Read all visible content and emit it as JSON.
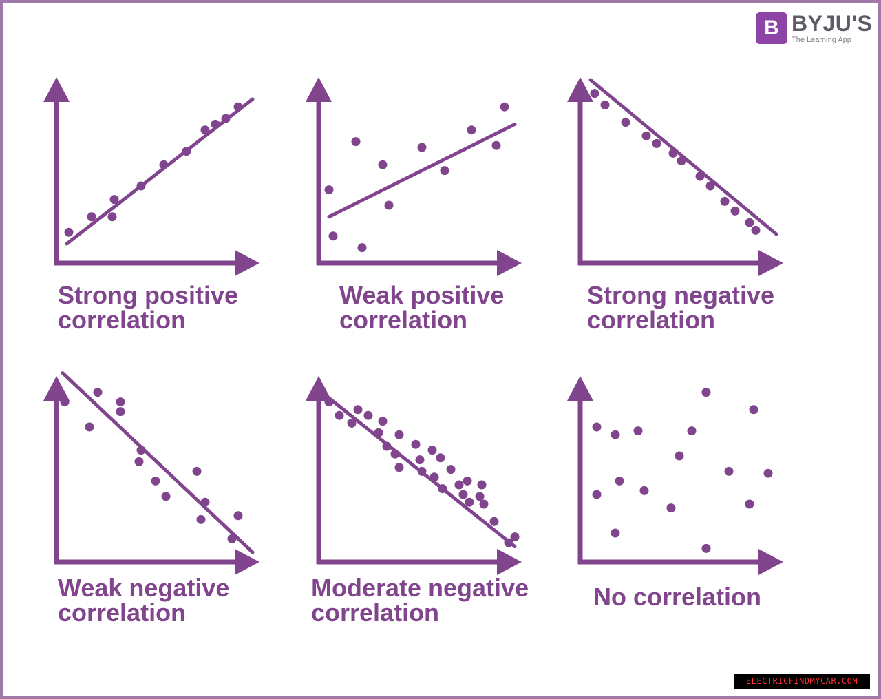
{
  "logo": {
    "letter": "B",
    "name": "BYJU'S",
    "tagline": "The Learning App"
  },
  "watermark": "ELECTRICFINDMYCAR.COM",
  "colors": {
    "plot": "#80458d",
    "border": "#a079a8",
    "logo_box": "#8e44a7",
    "logo_text": "#5e5b66"
  },
  "chart_data": [
    {
      "type": "scatter",
      "caption_lines": [
        "Strong positive",
        "correlation"
      ],
      "xlim": [
        0,
        100
      ],
      "ylim": [
        0,
        100
      ],
      "points": [
        [
          6,
          16
        ],
        [
          17,
          24
        ],
        [
          27,
          24
        ],
        [
          28,
          33
        ],
        [
          41,
          40
        ],
        [
          52,
          51
        ],
        [
          63,
          58
        ],
        [
          72,
          69
        ],
        [
          77,
          72
        ],
        [
          82,
          75
        ],
        [
          88,
          81
        ]
      ],
      "trend": [
        [
          5,
          10
        ],
        [
          95,
          85
        ]
      ]
    },
    {
      "type": "scatter",
      "caption_lines": [
        "Weak positive",
        "correlation"
      ],
      "xlim": [
        0,
        100
      ],
      "ylim": [
        0,
        100
      ],
      "points": [
        [
          5,
          38
        ],
        [
          7,
          14
        ],
        [
          18,
          63
        ],
        [
          21,
          8
        ],
        [
          31,
          51
        ],
        [
          34,
          30
        ],
        [
          50,
          60
        ],
        [
          61,
          48
        ],
        [
          74,
          69
        ],
        [
          86,
          61
        ],
        [
          90,
          81
        ]
      ],
      "trend": [
        [
          5,
          24
        ],
        [
          95,
          72
        ]
      ]
    },
    {
      "type": "scatter",
      "caption_lines": [
        "Strong negative",
        "correlation"
      ],
      "xlim": [
        0,
        100
      ],
      "ylim": [
        0,
        100
      ],
      "points": [
        [
          7,
          88
        ],
        [
          12,
          82
        ],
        [
          22,
          73
        ],
        [
          32,
          66
        ],
        [
          37,
          62
        ],
        [
          45,
          57
        ],
        [
          49,
          53
        ],
        [
          58,
          45
        ],
        [
          63,
          40
        ],
        [
          70,
          32
        ],
        [
          75,
          27
        ],
        [
          82,
          21
        ],
        [
          85,
          17
        ]
      ],
      "trend": [
        [
          5,
          95
        ],
        [
          95,
          15
        ]
      ]
    },
    {
      "type": "scatter",
      "caption_lines": [
        "Weak negative",
        "correlation"
      ],
      "xlim": [
        0,
        100
      ],
      "ylim": [
        0,
        100
      ],
      "points": [
        [
          4,
          83
        ],
        [
          16,
          70
        ],
        [
          20,
          88
        ],
        [
          31,
          83
        ],
        [
          31,
          78
        ],
        [
          40,
          52
        ],
        [
          41,
          58
        ],
        [
          48,
          42
        ],
        [
          53,
          34
        ],
        [
          68,
          47
        ],
        [
          70,
          22
        ],
        [
          72,
          31
        ],
        [
          85,
          12
        ],
        [
          88,
          24
        ]
      ],
      "trend": [
        [
          3,
          98
        ],
        [
          95,
          5
        ]
      ]
    },
    {
      "type": "scatter",
      "caption_lines": [
        "Moderate negative",
        "correlation"
      ],
      "xlim": [
        0,
        100
      ],
      "ylim": [
        0,
        100
      ],
      "points": [
        [
          5,
          83
        ],
        [
          10,
          76
        ],
        [
          16,
          72
        ],
        [
          19,
          79
        ],
        [
          24,
          76
        ],
        [
          29,
          67
        ],
        [
          31,
          73
        ],
        [
          33,
          60
        ],
        [
          37,
          56
        ],
        [
          39,
          66
        ],
        [
          39,
          49
        ],
        [
          47,
          61
        ],
        [
          49,
          53
        ],
        [
          50,
          47
        ],
        [
          55,
          58
        ],
        [
          56,
          44
        ],
        [
          59,
          54
        ],
        [
          60,
          38
        ],
        [
          64,
          48
        ],
        [
          68,
          40
        ],
        [
          70,
          35
        ],
        [
          72,
          42
        ],
        [
          73,
          31
        ],
        [
          78,
          34
        ],
        [
          79,
          40
        ],
        [
          80,
          30
        ],
        [
          85,
          21
        ],
        [
          92,
          10
        ],
        [
          95,
          13
        ]
      ],
      "trend": [
        [
          5,
          85
        ],
        [
          95,
          8
        ]
      ]
    },
    {
      "type": "scatter",
      "caption_lines": [
        "No correlation"
      ],
      "xlim": [
        0,
        100
      ],
      "ylim": [
        0,
        100
      ],
      "points": [
        [
          8,
          70
        ],
        [
          8,
          35
        ],
        [
          17,
          66
        ],
        [
          17,
          15
        ],
        [
          19,
          42
        ],
        [
          28,
          68
        ],
        [
          31,
          37
        ],
        [
          44,
          28
        ],
        [
          48,
          55
        ],
        [
          54,
          68
        ],
        [
          61,
          88
        ],
        [
          61,
          7
        ],
        [
          72,
          47
        ],
        [
          82,
          30
        ],
        [
          84,
          79
        ],
        [
          91,
          46
        ]
      ],
      "trend": []
    }
  ]
}
